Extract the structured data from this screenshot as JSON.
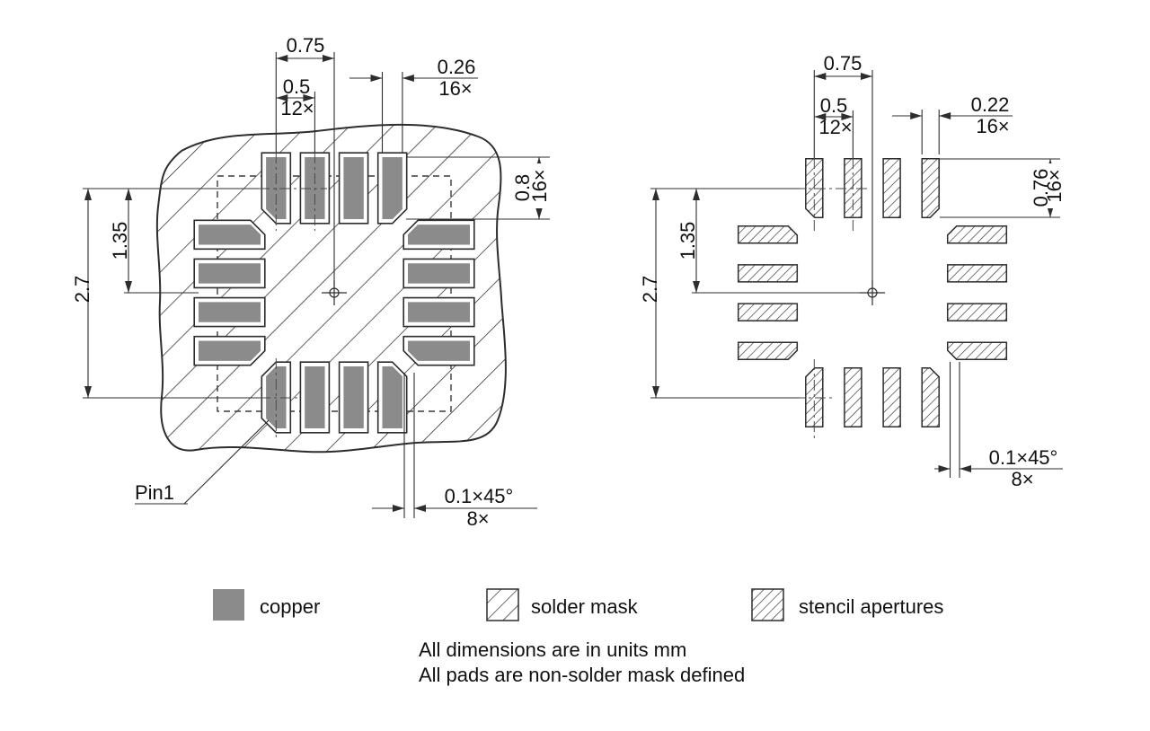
{
  "drawing": {
    "left": {
      "pitch_outer": "0.75",
      "pitch": "0.5",
      "pitch_count": "12×",
      "pad_width": "0.26",
      "pad_width_count": "16×",
      "pad_length": "0.8",
      "pad_length_count": "16×",
      "span": "2.7",
      "half_span": "1.35",
      "chamfer": "0.1×45°",
      "chamfer_count": "8×",
      "pin1": "Pin1"
    },
    "right": {
      "pitch_outer": "0.75",
      "pitch": "0.5",
      "pitch_count": "12×",
      "aperture_width": "0.22",
      "aperture_width_count": "16×",
      "aperture_length": "0.76",
      "aperture_length_count": "16×",
      "span": "2.7",
      "half_span": "1.35",
      "chamfer": "0.1×45°",
      "chamfer_count": "8×"
    }
  },
  "legend": {
    "copper": "copper",
    "solder_mask": "solder mask",
    "stencil": "stencil apertures"
  },
  "notes": {
    "line1": "All dimensions are in units mm",
    "line2": "All pads are non-solder mask defined"
  },
  "colors": {
    "copper": "#8b8b8b",
    "line": "#2d2d2d",
    "background": "#ffffff"
  }
}
